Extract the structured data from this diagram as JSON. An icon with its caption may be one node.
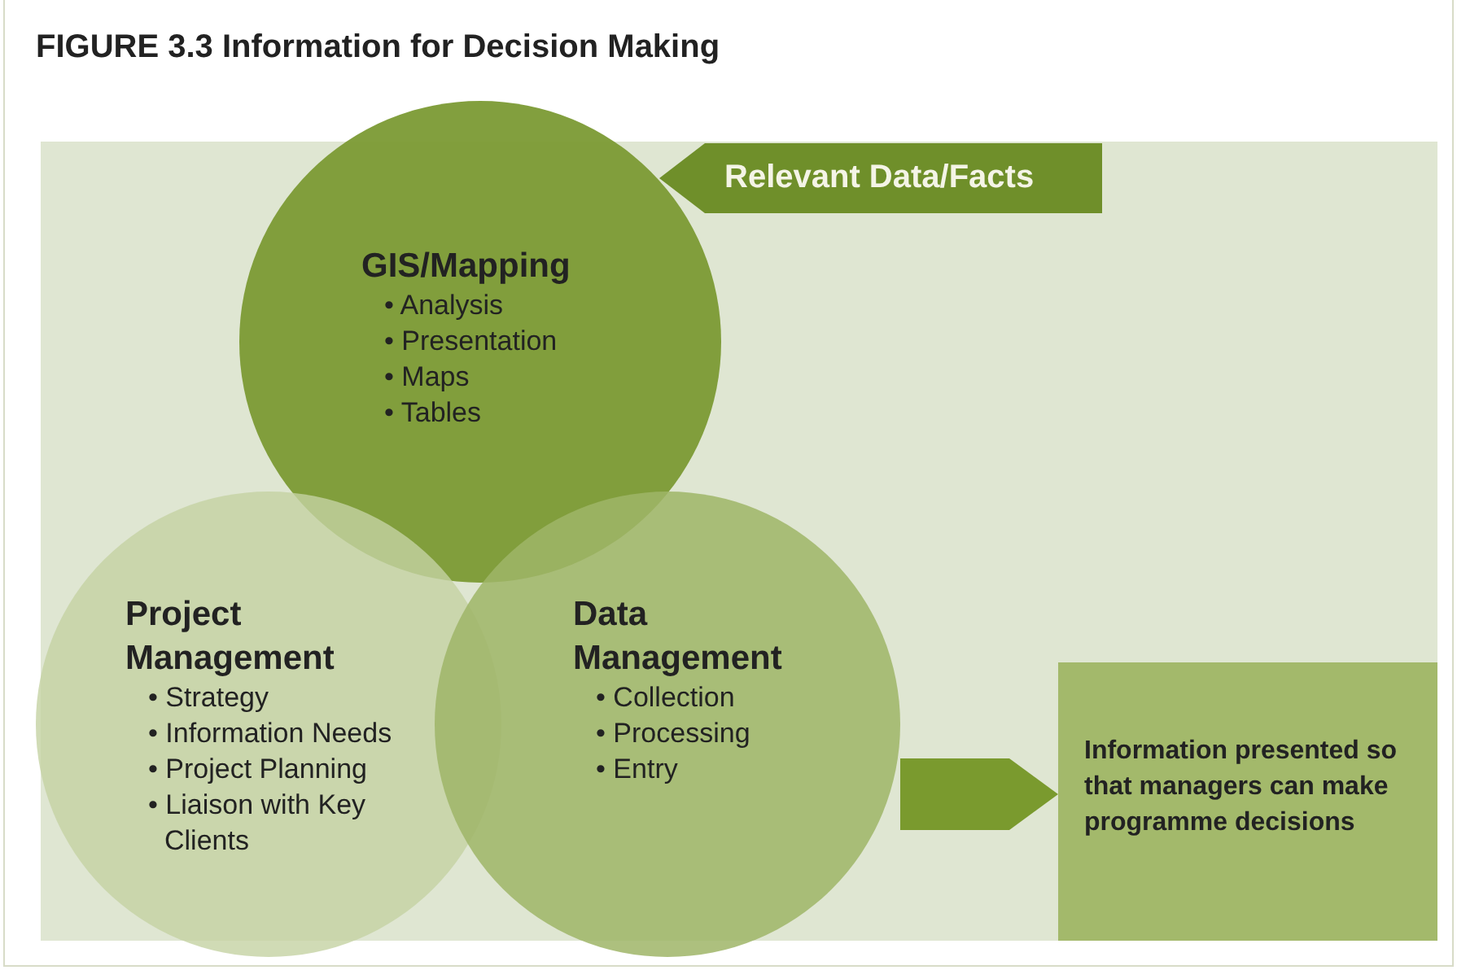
{
  "diagram": {
    "title": "FIGURE 3.3 Information for Decision Making",
    "nodes": [
      {
        "text": [
          "Relevant Data/Facts"
        ]
      },
      {
        "text": [
          "GIS/Mapping",
          "• Analysis",
          "• Presentation",
          "• Maps",
          "• Tables"
        ]
      },
      {
        "text": [
          "Project Management",
          "• Strategy",
          "• Information Needs",
          "• Project Planning",
          "• Liaison with Key Clients"
        ]
      },
      {
        "text": [
          "Data Management",
          "• Collection",
          "• Processing",
          "• Entry"
        ]
      },
      {
        "text": [
          "Information presented so that managers can make programme decisions"
        ]
      }
    ],
    "edges": [
      {
        "from": 3,
        "to": 4,
        "arrow": "to"
      }
    ]
  }
}
